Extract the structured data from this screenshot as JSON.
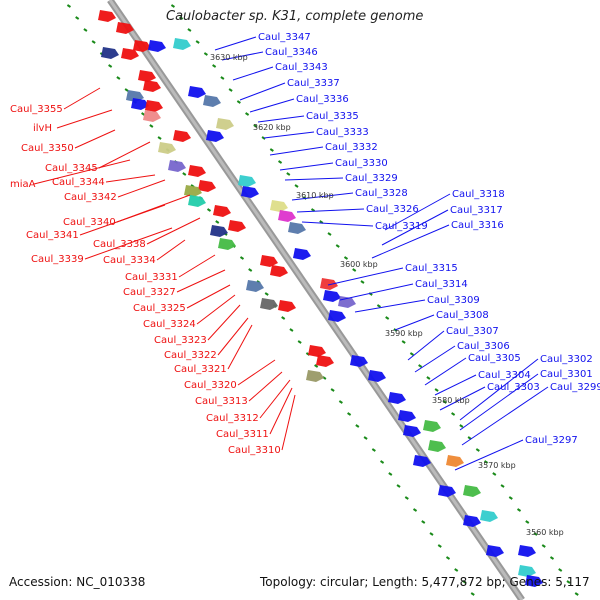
{
  "title": "Caulobacter sp. K31, complete genome",
  "accession_text": "Accession: NC_010338",
  "summary_text": "Topology: circular; Length: 5,477,872 bp; Genes: 5,117",
  "colors": {
    "forward": "#ee1111",
    "reverse": "#1111ee",
    "backbone": "#999999",
    "tick": "#1a8a1a"
  },
  "kbp_marks": [
    "3630 kbp",
    "3620 kbp",
    "3610 kbp",
    "3600 kbp",
    "3590 kbp",
    "3580 kbp",
    "3570 kbp",
    "3560 kbp"
  ],
  "left_labels": [
    "Caul_3355",
    "ilvH",
    "Caul_3350",
    "Caul_3345",
    "miaA",
    "Caul_3344",
    "Caul_3342",
    "Caul_3340",
    "Caul_3341",
    "Caul_3338",
    "Caul_3339",
    "Caul_3334",
    "Caul_3331",
    "Caul_3327",
    "Caul_3325",
    "Caul_3324",
    "Caul_3323",
    "Caul_3322",
    "Caul_3321",
    "Caul_3320",
    "Caul_3313",
    "Caul_3312",
    "Caul_3311",
    "Caul_3310"
  ],
  "right_labels": [
    "Caul_3347",
    "Caul_3346",
    "Caul_3343",
    "Caul_3337",
    "Caul_3336",
    "Caul_3335",
    "Caul_3333",
    "Caul_3332",
    "Caul_3330",
    "Caul_3329",
    "Caul_3328",
    "Caul_3326",
    "Caul_3319",
    "Caul_3318",
    "Caul_3317",
    "Caul_3316",
    "Caul_3315",
    "Caul_3314",
    "Caul_3309",
    "Caul_3308",
    "Caul_3307",
    "Caul_3306",
    "Caul_3305",
    "Caul_3304",
    "Caul_3303",
    "Caul_3302",
    "Caul_3301",
    "Caul_3299",
    "Caul_3297"
  ]
}
